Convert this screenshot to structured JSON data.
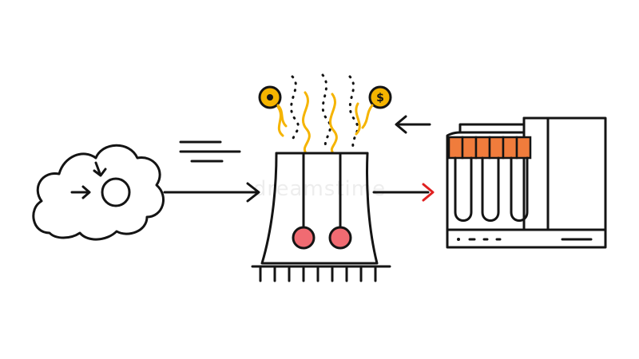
{
  "palette": {
    "ink": "#141414",
    "accent_orange": "#f07c3c",
    "accent_yellow": "#f5b400",
    "accent_pink": "#f06b72",
    "accent_red": "#e02020",
    "background": "#ffffff"
  },
  "nodes": {
    "cloud": {
      "icon": "cloud-cycle-icon"
    },
    "plant": {
      "icon": "cooling-tower-icon"
    },
    "coin_left": {
      "icon": "coin-icon"
    },
    "coin_right": {
      "icon": "dollar-coin-icon",
      "symbol": "$"
    },
    "heater": {
      "icon": "heater-unit-icon"
    }
  },
  "edges": [
    {
      "from": "cloud",
      "to": "plant",
      "color": "#141414"
    },
    {
      "from": "heater",
      "to": "plant",
      "color": "#141414"
    },
    {
      "from": "plant",
      "to": "heater",
      "color": "#e02020"
    }
  ],
  "watermark": "dreamstime"
}
